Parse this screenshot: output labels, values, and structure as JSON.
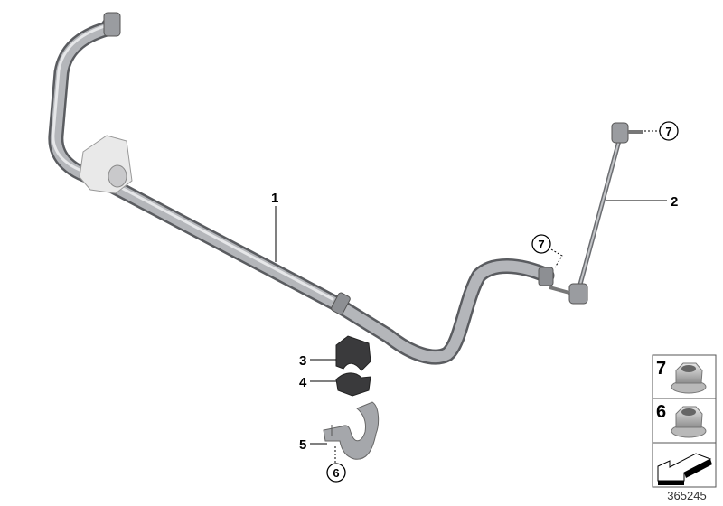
{
  "diagram_id": "365245",
  "callouts": [
    {
      "number": "1",
      "part": "stabilizer-bar"
    },
    {
      "number": "2",
      "part": "stabilizer-link"
    },
    {
      "number": "7",
      "part": "nut-upper"
    },
    {
      "number": "7",
      "part": "nut-lower"
    },
    {
      "number": "3",
      "part": "rubber-mounting-upper"
    },
    {
      "number": "4",
      "part": "rubber-mounting-lower"
    },
    {
      "number": "5",
      "part": "clamp"
    },
    {
      "number": "6",
      "part": "clamp-nut"
    }
  ],
  "legend_panel": [
    {
      "number": "7",
      "icon": "self-locking-collar-nut-icon"
    },
    {
      "number": "6",
      "icon": "self-locking-collar-nut-icon"
    },
    {
      "number": "",
      "icon": "direction-arrow-icon"
    }
  ],
  "colors": {
    "bar": "#a9abaf",
    "rubber": "#3a3a3c",
    "line": "#000000"
  }
}
